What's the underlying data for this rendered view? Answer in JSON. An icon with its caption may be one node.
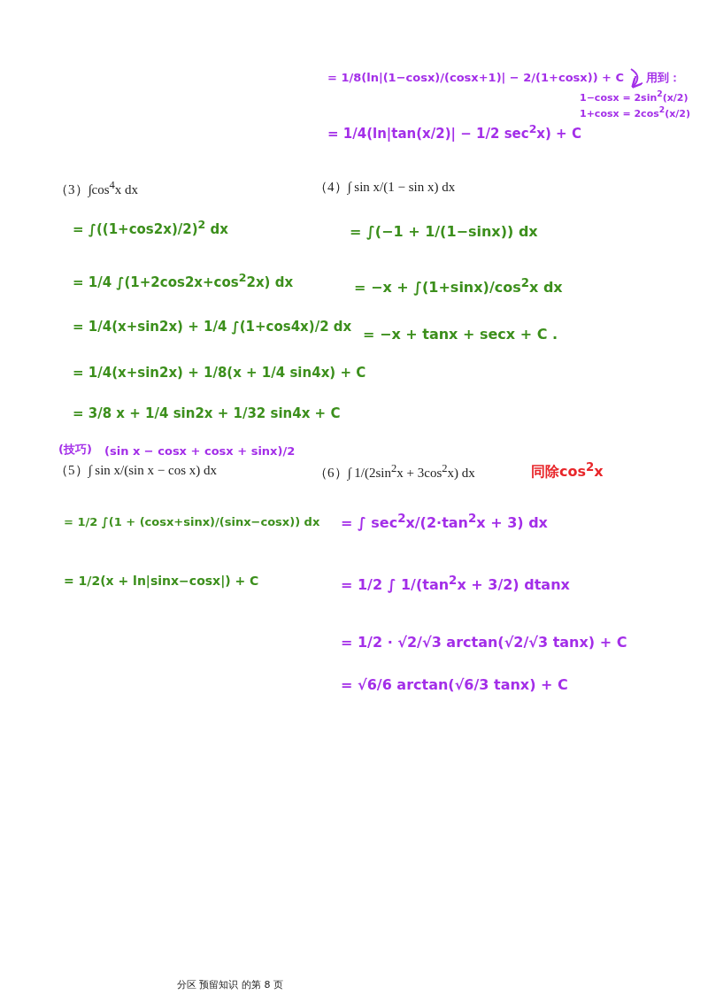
{
  "diagram": {
    "labels": [
      "= 1/8(ln|(1−cosx)/(cosx+1)| − 2/(1+cosx)) + C",
      "用到：",
      "1−cosx = 2sin$^{2}$(x/2)",
      "1+cosx = 2cos$^{2}$(x/2)",
      "= 1/4(ln|tan(x/2)| − 1/2 sec$^{2}$x) + C",
      "（3）∫cos$^{4}$x dx",
      "（4）∫ sin x/(1 − sin x) dx",
      "= ∫((1+cos2x)/2)$^{2}$ dx",
      "= ∫(−1 + 1/(1−sinx)) dx",
      "= 1/4 ∫(1+2cos2x+cos$^{2}$2x) dx",
      "= −x + ∫(1+sinx)/cos$^{2}$x dx",
      "= 1/4(x+sin2x) + 1/4 ∫(1+cos4x)/2 dx",
      "= −x + tanx + secx + C .",
      "= 1/4(x+sin2x) + 1/8(x + 1/4 sin4x) + C",
      "= 3/8 x + 1/4 sin2x + 1/32 sin4x + C",
      "(技巧)",
      "(sin x − cosx + cosx + sinx)/2",
      "（5）∫ sin x/(sin x − cos x) dx",
      "（6）∫ 1/(2sin$^{2}$x + 3cos$^{2}$x) dx",
      "同除cos$^{2}$x",
      "= 1/2 ∫(1 + (cosx+sinx)/(sinx−cosx)) dx",
      "= ∫ sec$^{2}$x/(2·tan$^{2}$x + 3) dx",
      "= 1/2(x + ln|sinx−cosx|) + C",
      "= 1/2 ∫ 1/(tan$^{2}$x + 3/2) dtanx",
      "= 1/2 · √2/√3 arctan(√2/√3 tanx) + C",
      "= √6/6 arctan(√6/3 tanx) + C",
      "分区 预留知识 的第 8 页"
    ]
  }
}
